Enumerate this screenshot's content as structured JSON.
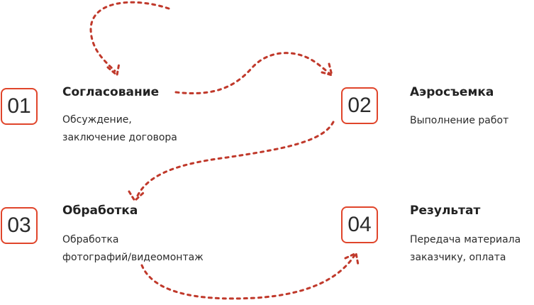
{
  "steps": [
    {
      "number": "01",
      "title": "Согласование",
      "desc_line1": "Обсуждение,",
      "desc_line2": "заключение договора"
    },
    {
      "number": "02",
      "title": "Аэросъемка",
      "desc_line1": "Выполнение работ",
      "desc_line2": ""
    },
    {
      "number": "03",
      "title": "Обработка",
      "desc_line1": "Обработка",
      "desc_line2": "фотографий/видеомонтаж"
    },
    {
      "number": "04",
      "title": "Результат",
      "desc_line1": "Передача материала",
      "desc_line2": "заказчику, оплата"
    }
  ],
  "colors": {
    "accent": "#e0452b",
    "arrow": "#c0392b",
    "text": "#2b2b2b"
  }
}
